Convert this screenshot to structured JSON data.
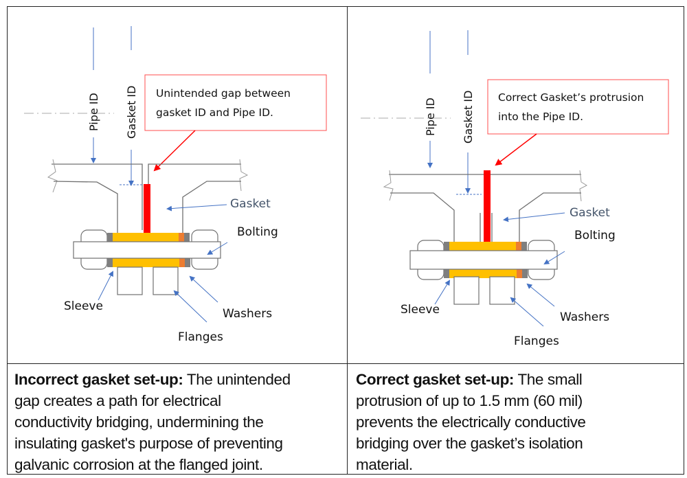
{
  "left_panel": {
    "name": "incorrect",
    "pipe_id_label": "Pipe ID",
    "gasket_id_label": "Gasket ID",
    "callout_lines": [
      "Unintended gap between",
      "gasket ID and Pipe ID."
    ],
    "labels": {
      "gasket": "Gasket",
      "bolting": "Bolting",
      "sleeve": "Sleeve",
      "washers": "Washers",
      "flanges": "Flanges"
    },
    "caption_bold": "Incorrect gasket set-up:",
    "caption_lines": [
      " The unintended",
      "gap creates a path for electrical",
      "conductivity bridging, undermining the",
      "insulating gasket's purpose of preventing",
      "galvanic corrosion at the flanged joint."
    ]
  },
  "right_panel": {
    "name": "correct",
    "pipe_id_label": "Pipe ID",
    "gasket_id_label": "Gasket ID",
    "callout_lines": [
      "Correct Gasket’s protrusion",
      "into the Pipe ID."
    ],
    "labels": {
      "gasket": "Gasket",
      "bolting": "Bolting",
      "sleeve": "Sleeve",
      "washers": "Washers",
      "flanges": "Flanges"
    },
    "caption_bold": "Correct gasket set-up:",
    "caption_lines": [
      " The small",
      "protrusion of up to 1.5 mm (60 mil)",
      "prevents the electrically conductive",
      "bridging over the gasket’s isolation",
      "material."
    ]
  },
  "colors": {
    "gasket": "#ff0000",
    "sleeve": "#ffc000",
    "washer_insulating": "#ed7d31",
    "washer_steel": "#7f7f7f",
    "arrow_blue": "#4472c4",
    "callout_border": "#ff4d4d",
    "outline": "#707070"
  }
}
